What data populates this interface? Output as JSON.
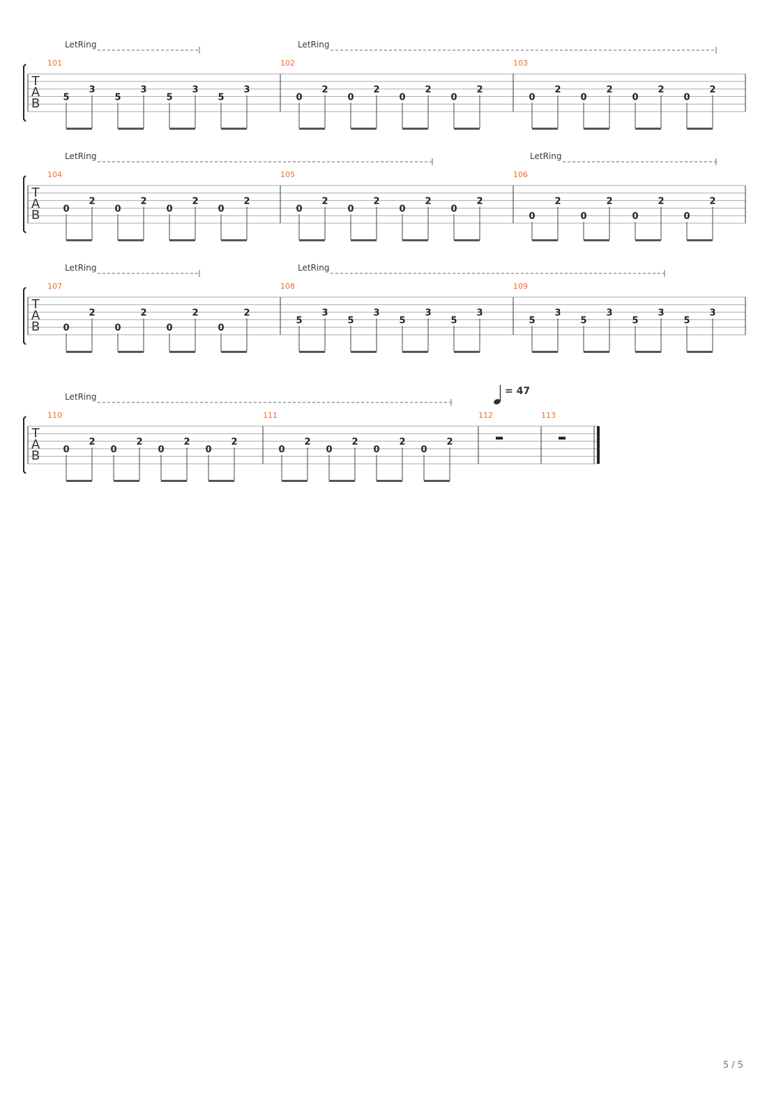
{
  "clef": [
    "T",
    "A",
    "B"
  ],
  "let_ring_label": "LetRing",
  "tempo": {
    "symbol": "♩",
    "text": "= 47"
  },
  "page_indicator": "5 / 5",
  "systems": [
    {
      "measures": [
        {
          "number": "101",
          "pattern": [
            [
              4,
              "5"
            ],
            [
              3,
              "3"
            ]
          ]
        },
        {
          "number": "102",
          "pattern": [
            [
              4,
              "0"
            ],
            [
              3,
              "2"
            ]
          ]
        },
        {
          "number": "103",
          "pattern": [
            [
              4,
              "0"
            ],
            [
              3,
              "2"
            ]
          ]
        }
      ]
    },
    {
      "measures": [
        {
          "number": "104",
          "pattern": [
            [
              4,
              "0"
            ],
            [
              3,
              "2"
            ]
          ]
        },
        {
          "number": "105",
          "pattern": [
            [
              4,
              "0"
            ],
            [
              3,
              "2"
            ]
          ]
        },
        {
          "number": "106",
          "pattern": [
            [
              5,
              "0"
            ],
            [
              3,
              "2"
            ]
          ]
        }
      ]
    },
    {
      "measures": [
        {
          "number": "107",
          "pattern": [
            [
              5,
              "0"
            ],
            [
              3,
              "2"
            ]
          ]
        },
        {
          "number": "108",
          "pattern": [
            [
              4,
              "5"
            ],
            [
              3,
              "3"
            ]
          ]
        },
        {
          "number": "109",
          "pattern": [
            [
              4,
              "5"
            ],
            [
              3,
              "3"
            ]
          ]
        }
      ]
    },
    {
      "measures": [
        {
          "number": "110",
          "pattern": [
            [
              4,
              "0"
            ],
            [
              3,
              "2"
            ]
          ]
        },
        {
          "number": "111",
          "pattern": [
            [
              4,
              "0"
            ],
            [
              3,
              "2"
            ]
          ]
        },
        {
          "number": "112",
          "rest": true
        },
        {
          "number": "113",
          "rest": true
        }
      ]
    }
  ]
}
